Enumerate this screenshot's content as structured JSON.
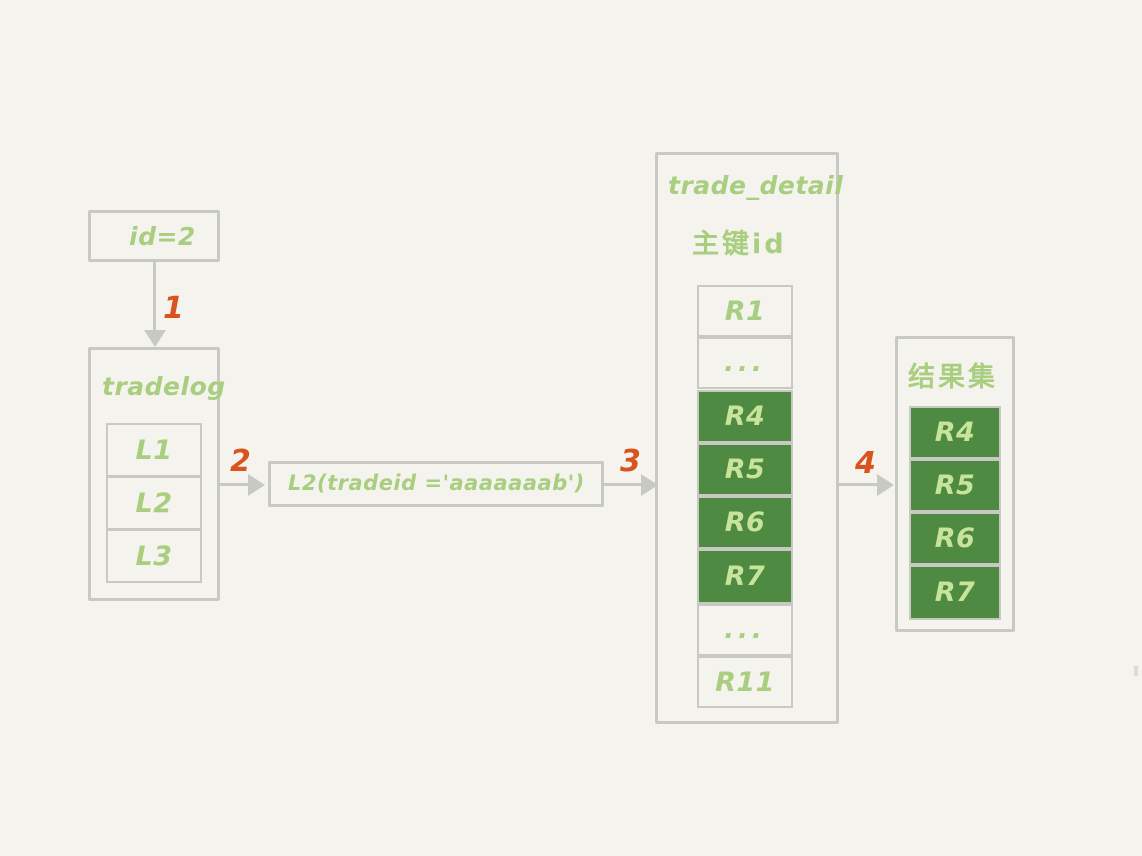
{
  "diagram": {
    "title": "index lookup flow",
    "colors": {
      "background": "#f4f3ee",
      "border": "#c9c9c4",
      "text_green": "#a9ce80",
      "fill_green": "#4e8a41",
      "text_on_green": "#c8e39a",
      "step_orange": "#d9531e"
    }
  },
  "id_box": {
    "label": "id=2"
  },
  "tradelog": {
    "title": "tradelog",
    "rows": [
      {
        "label": "L1",
        "highlighted": false
      },
      {
        "label": "L2",
        "highlighted": false
      },
      {
        "label": "L3",
        "highlighted": false
      }
    ]
  },
  "condition_box": {
    "label": "L2(tradeid ='aaaaaaab')"
  },
  "trade_detail": {
    "title": "trade_detail",
    "subtitle": "主键id",
    "rows": [
      {
        "label": "R1",
        "highlighted": false
      },
      {
        "label": "...",
        "highlighted": false
      },
      {
        "label": "R4",
        "highlighted": true
      },
      {
        "label": "R5",
        "highlighted": true
      },
      {
        "label": "R6",
        "highlighted": true
      },
      {
        "label": "R7",
        "highlighted": true
      },
      {
        "label": "...",
        "highlighted": false
      },
      {
        "label": "R11",
        "highlighted": false
      }
    ]
  },
  "result_set": {
    "title": "结果集",
    "rows": [
      {
        "label": "R4",
        "highlighted": true
      },
      {
        "label": "R5",
        "highlighted": true
      },
      {
        "label": "R6",
        "highlighted": true
      },
      {
        "label": "R7",
        "highlighted": true
      }
    ]
  },
  "steps": [
    {
      "number": "1"
    },
    {
      "number": "2"
    },
    {
      "number": "3"
    },
    {
      "number": "4"
    }
  ]
}
